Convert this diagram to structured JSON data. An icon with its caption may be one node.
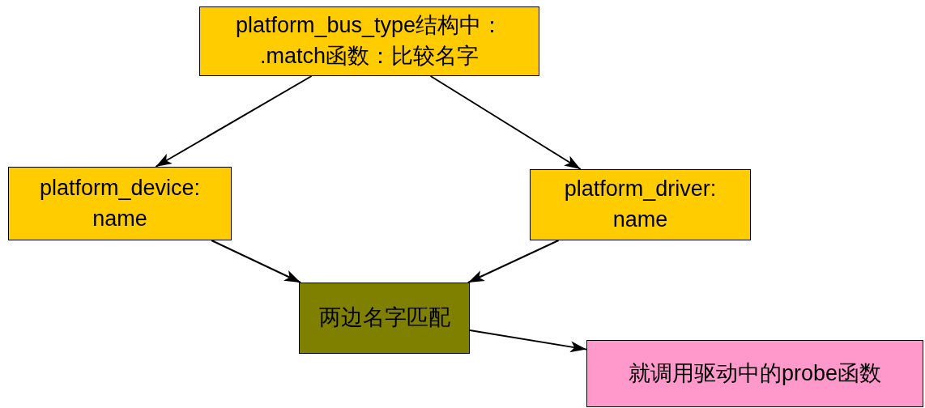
{
  "diagram": {
    "nodes": [
      {
        "text": [
          "platform_bus_type结构中：",
          ".match函数：比较名字"
        ]
      },
      {
        "text": [
          "platform_device: name"
        ]
      },
      {
        "text": [
          "platform_driver: name"
        ]
      },
      {
        "text": [
          "两边名字匹配"
        ]
      },
      {
        "text": [
          "就调用驱动中的probe函数"
        ]
      }
    ],
    "edges": [
      {
        "from": 0,
        "to": 1,
        "arrow": "to"
      },
      {
        "from": 0,
        "to": 2,
        "arrow": "to"
      },
      {
        "from": 1,
        "to": 3,
        "arrow": "to"
      },
      {
        "from": 2,
        "to": 3,
        "arrow": "to"
      },
      {
        "from": 3,
        "to": 4,
        "arrow": "to"
      }
    ]
  }
}
